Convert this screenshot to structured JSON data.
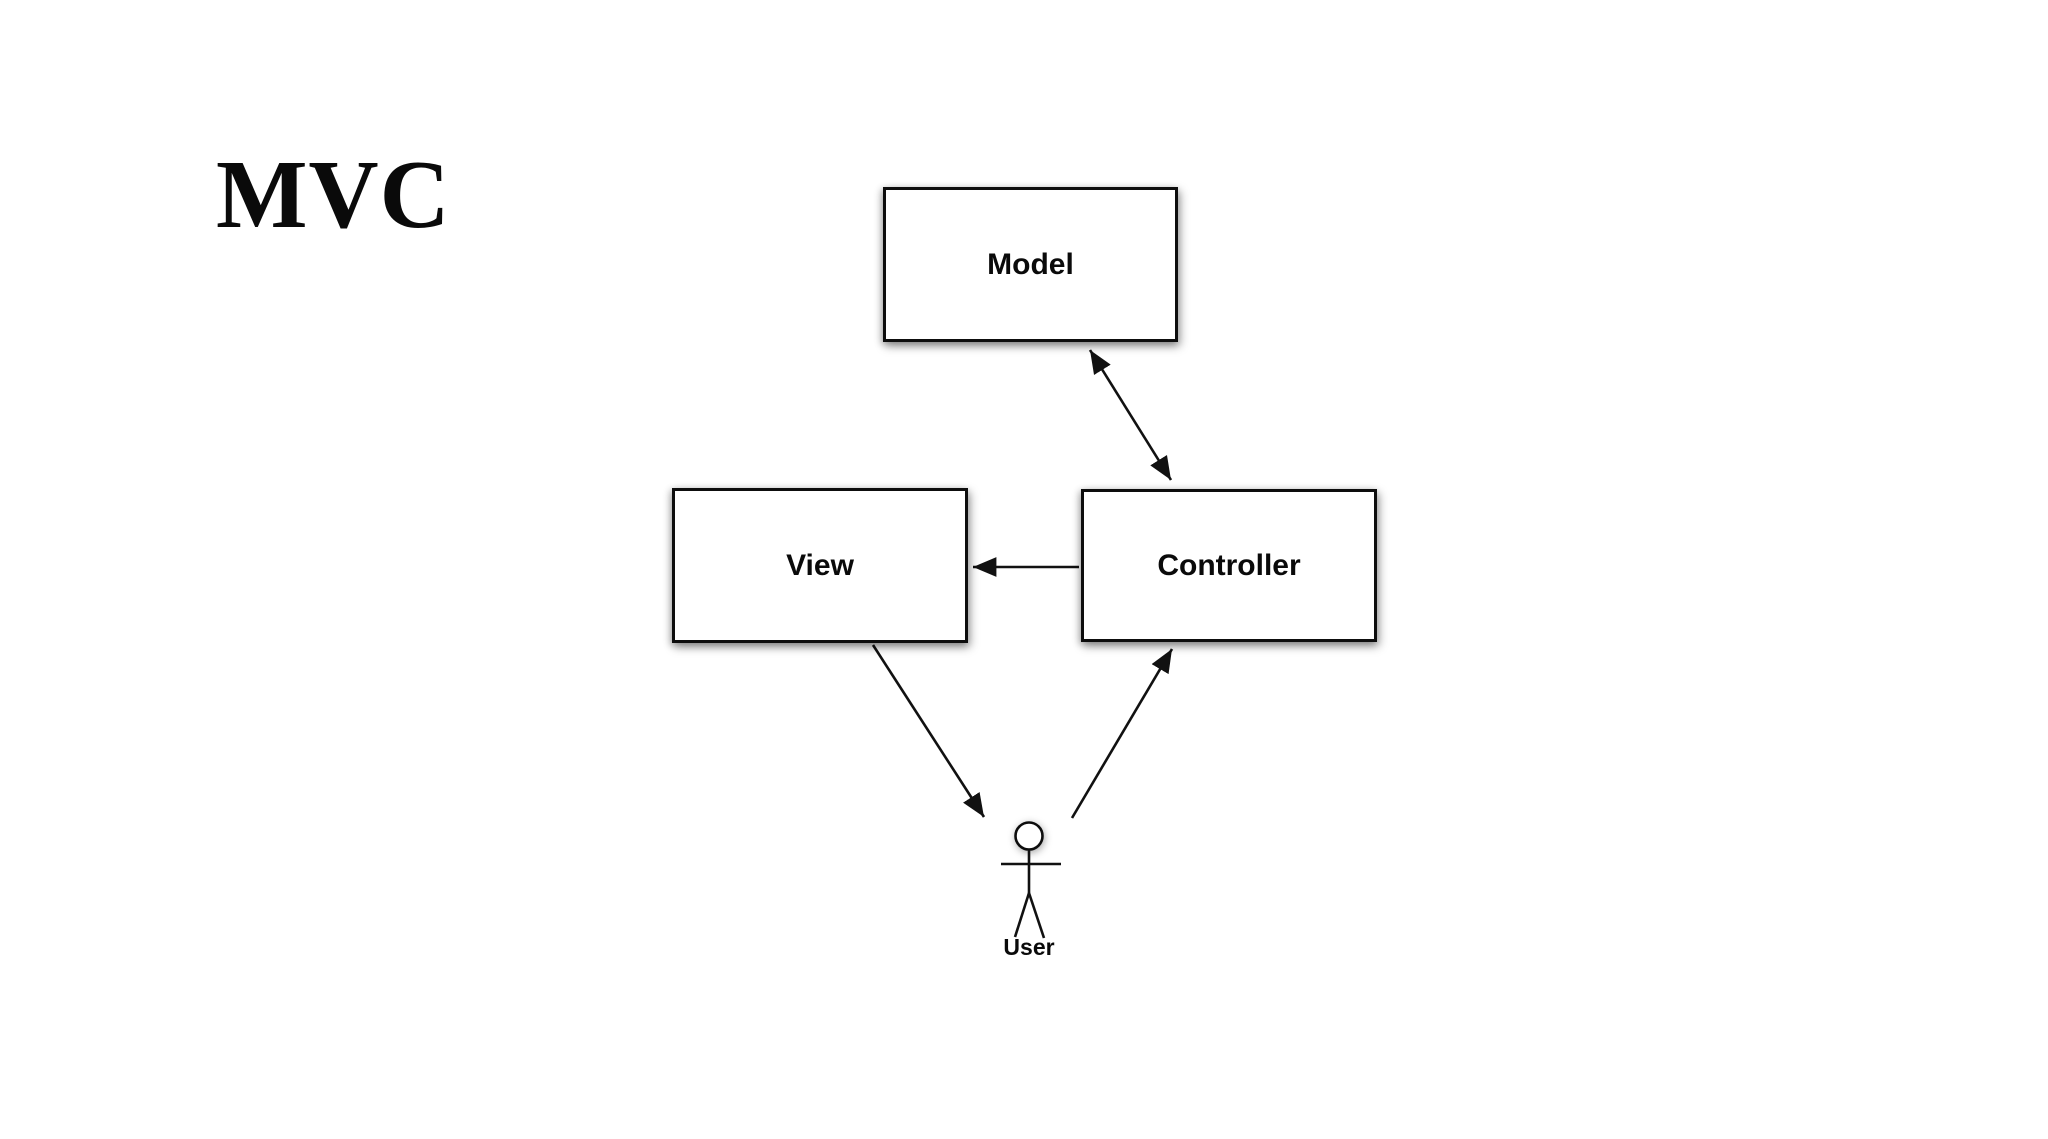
{
  "title": "MVC",
  "diagram": {
    "nodes": [
      {
        "id": "model",
        "label": "Model"
      },
      {
        "id": "view",
        "label": "View"
      },
      {
        "id": "controller",
        "label": "Controller"
      }
    ],
    "actor": {
      "id": "user",
      "label": "User"
    },
    "edges": [
      {
        "from": "controller",
        "to": "model",
        "direction": "bidirectional"
      },
      {
        "from": "controller",
        "to": "view",
        "direction": "one-way"
      },
      {
        "from": "view",
        "to": "user",
        "direction": "one-way"
      },
      {
        "from": "user",
        "to": "controller",
        "direction": "one-way"
      }
    ]
  },
  "colors": {
    "background": "#ffffff",
    "node_fill": "#ffffff",
    "stroke": "#000000",
    "text": "#000000"
  }
}
